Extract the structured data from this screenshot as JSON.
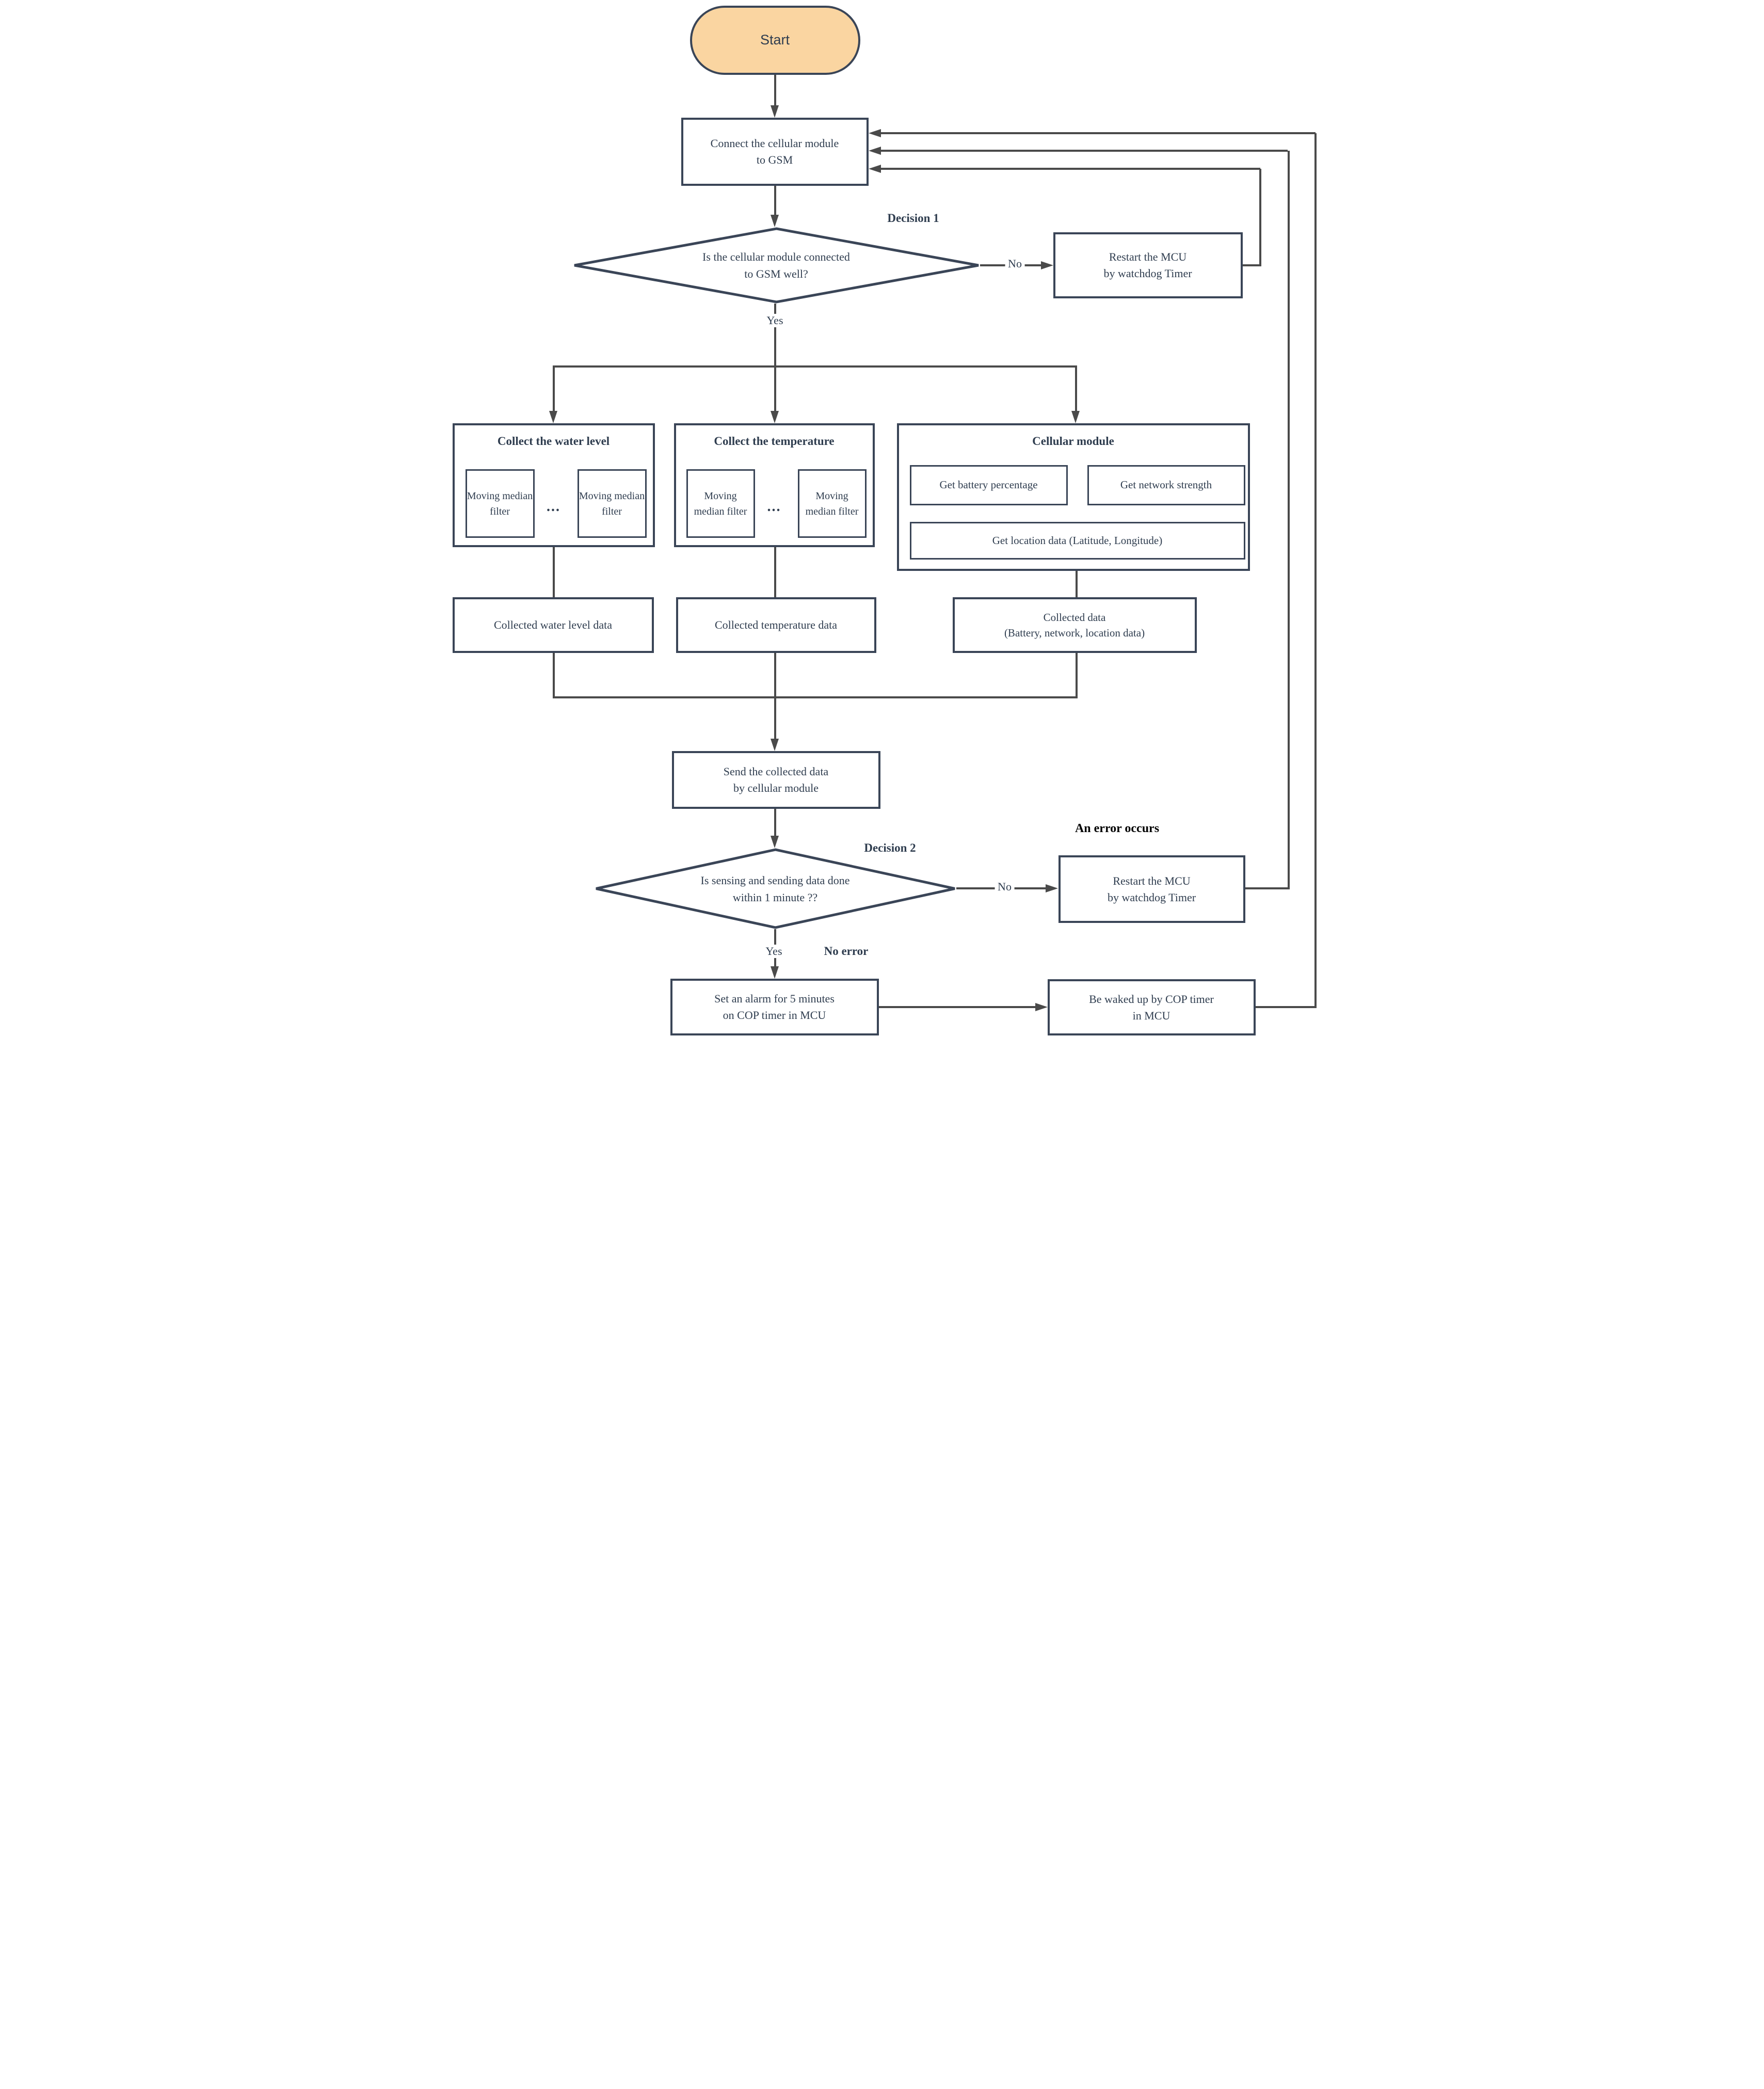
{
  "colors": {
    "canvas_bg": "#FFFFFF",
    "node_border": "#3A4557",
    "connector": "#4A4A4A",
    "text": "#2F3D4F",
    "start_fill": "#FAD5A1",
    "error_label": "#000000"
  },
  "nodes": {
    "start": {
      "label": "Start"
    },
    "connect_gsm": {
      "line1": "Connect the cellular module",
      "line2": "to GSM"
    },
    "decision1": {
      "tag": "Decision 1",
      "line1": "Is the cellular module connected",
      "line2": "to GSM well?"
    },
    "restart_mcu_1": {
      "line1": "Restart the MCU",
      "line2": "by watchdog Timer"
    },
    "collect_water": {
      "title": "Collect the water level",
      "filter": "Moving median filter",
      "ellipsis": "..."
    },
    "collect_temp": {
      "title": "Collect the temperature",
      "filter": "Moving median filter",
      "ellipsis": "..."
    },
    "cellular_module": {
      "title": "Cellular module",
      "battery": "Get battery percentage",
      "network": "Get network strength",
      "location": "Get location data (Latitude, Longitude)"
    },
    "collected_water": {
      "line1": "Collected water level data"
    },
    "collected_temp": {
      "line1": "Collected temperature data"
    },
    "collected_cell": {
      "line1": "Collected data",
      "line2": "(Battery, network, location data)"
    },
    "send_data": {
      "line1": "Send the collected data",
      "line2": "by cellular module"
    },
    "decision2": {
      "tag": "Decision 2",
      "line1": "Is sensing and sending data done",
      "line2": "within 1 minute ??"
    },
    "restart_mcu_2": {
      "line1": "Restart the MCU",
      "line2": "by watchdog Timer"
    },
    "set_alarm": {
      "line1": "Set an alarm for 5 minutes",
      "line2": "on COP timer in MCU"
    },
    "wake_up": {
      "line1": "Be waked up by COP timer",
      "line2": "in MCU"
    }
  },
  "edge_labels": {
    "decision1_no": "No",
    "decision1_yes": "Yes",
    "decision2_no": "No",
    "decision2_yes": "Yes",
    "no_error": "No error",
    "error_occurs": "An error occurs"
  }
}
